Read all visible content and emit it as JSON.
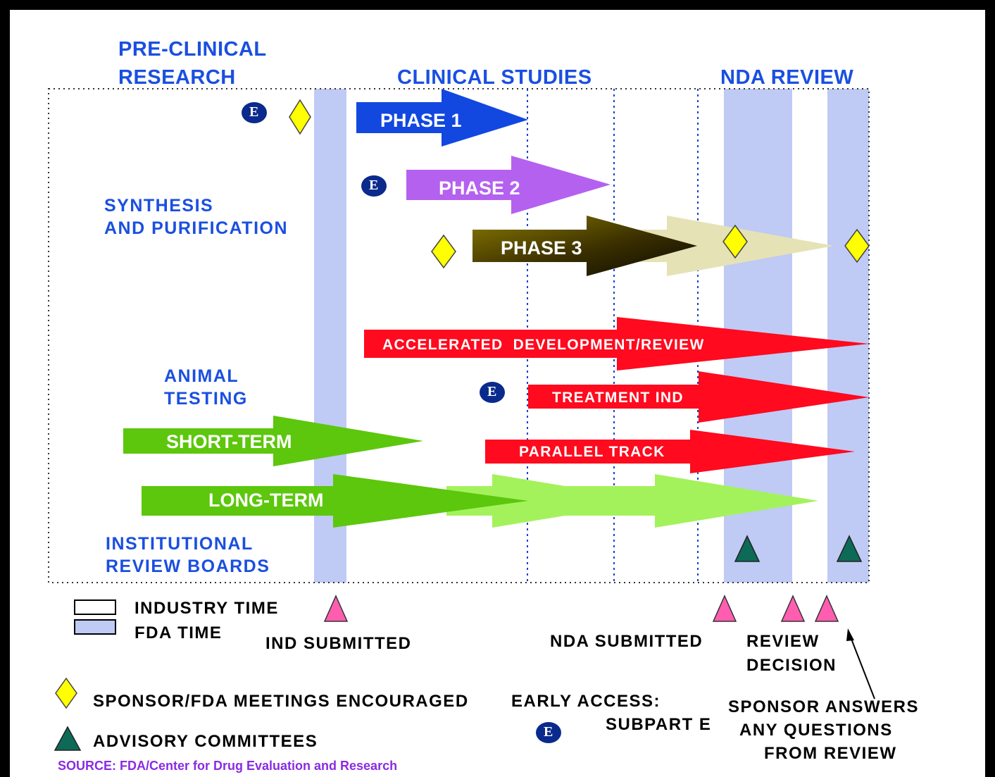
{
  "headers": {
    "preclinical_line1": "PRE-CLINICAL",
    "preclinical_line2": "RESEARCH",
    "clinical": "CLINICAL STUDIES",
    "nda_review": "NDA REVIEW"
  },
  "left_labels": {
    "synthesis_line1": "SYNTHESIS",
    "synthesis_line2": "AND PURIFICATION",
    "animal_line1": "ANIMAL",
    "animal_line2": "TESTING",
    "irb_line1": "INSTITUTIONAL",
    "irb_line2": "REVIEW BOARDS"
  },
  "arrows": {
    "phase1": "PHASE 1",
    "phase2": "PHASE 2",
    "phase3": "PHASE 3",
    "accelerated": "ACCELERATED  DEVELOPMENT/REVIEW",
    "treatment_ind": "TREATMENT IND",
    "parallel_track": "PARALLEL TRACK",
    "short_term": "SHORT-TERM",
    "long_term": "LONG-TERM"
  },
  "markers": {
    "early_access_symbol": "E"
  },
  "legend": {
    "industry_time": "INDUSTRY TIME",
    "fda_time": "FDA TIME",
    "sponsor_meetings": "SPONSOR/FDA MEETINGS ENCOURAGED",
    "advisory_committees": "ADVISORY COMMITTEES",
    "early_access_line1": "EARLY ACCESS:",
    "early_access_line2": "SUBPART E"
  },
  "milestones": {
    "ind_submitted": "IND SUBMITTED",
    "nda_submitted": "NDA SUBMITTED",
    "review_line1": "REVIEW",
    "review_line2": "DECISION",
    "sponsor_answers_line1": "SPONSOR ANSWERS",
    "sponsor_answers_line2": "ANY QUESTIONS",
    "sponsor_answers_line3": "FROM REVIEW"
  },
  "source": "SOURCE: FDA/Center for Drug Evaluation and Research",
  "colors": {
    "fda_time": "#bfcaf5",
    "header_blue": "#1a4fe0",
    "phase1": "#1248e0",
    "phase2": "#b561ef",
    "phase3_dark": "#2a2100",
    "phase3_light": "#e5e2b6",
    "red": "#ff0a1e",
    "green": "#5cc70c",
    "light_green": "#a3f25c",
    "diamond": "#ffff00",
    "advisory": "#0d6a57",
    "milestone": "#ff5eb0",
    "early_access_circle": "#0a2a8c",
    "source": "#8a2be2"
  }
}
